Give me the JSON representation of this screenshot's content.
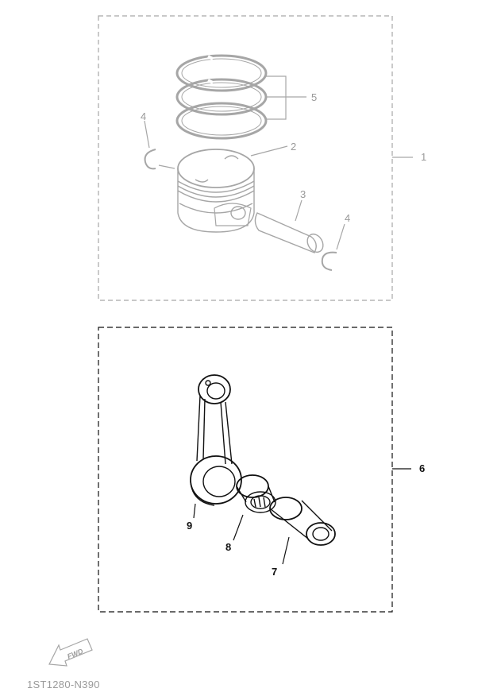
{
  "diagram_code": "1ST1280-N390",
  "fwd_label": "FWD",
  "colors": {
    "upper_group": "#a6a6a6",
    "lower_group": "#111111"
  },
  "upper_group": {
    "part_refs": [
      {
        "id": "1",
        "name": "piston-assembly-ref"
      },
      {
        "id": "2",
        "name": "piston-ref"
      },
      {
        "id": "3",
        "name": "piston-pin-ref"
      },
      {
        "id": "4",
        "name": "circlip-left-ref"
      },
      {
        "id": "4",
        "name": "circlip-right-ref"
      },
      {
        "id": "5",
        "name": "piston-rings-ref"
      }
    ]
  },
  "lower_group": {
    "part_refs": [
      {
        "id": "6",
        "name": "connecting-rod-assembly-ref"
      },
      {
        "id": "7",
        "name": "crank-pin-ref"
      },
      {
        "id": "8",
        "name": "needle-bearing-ref"
      },
      {
        "id": "9",
        "name": "connecting-rod-ref"
      }
    ]
  }
}
